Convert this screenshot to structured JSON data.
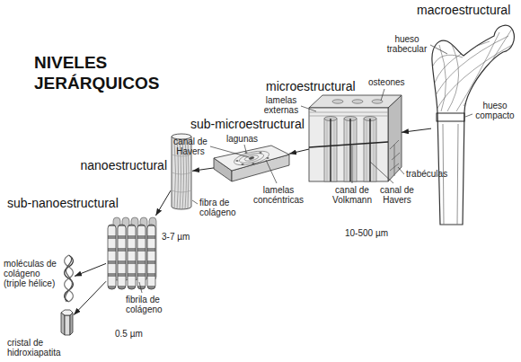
{
  "diagram": {
    "title": "NIVELES JERÁRQUICOS",
    "nodes": [
      {
        "text": [
          "macroestructural"
        ]
      },
      {
        "text": [
          "microestructural"
        ]
      },
      {
        "text": [
          "sub-microestructural"
        ]
      },
      {
        "text": [
          "nanoestructural"
        ]
      },
      {
        "text": [
          "sub-nanoestructural"
        ]
      },
      {
        "text": [
          "moléculas de colágeno (triple hélice)"
        ]
      },
      {
        "text": [
          "cristal de hidroxiapatita"
        ]
      }
    ],
    "edges": [
      {
        "from": 0,
        "to": 1,
        "arrow": "to"
      },
      {
        "from": 1,
        "to": 2,
        "arrow": "to"
      },
      {
        "from": 2,
        "to": 3,
        "arrow": "to"
      },
      {
        "from": 3,
        "to": 4,
        "arrow": "to"
      },
      {
        "from": 4,
        "to": 5,
        "arrow": "to"
      },
      {
        "from": 4,
        "to": 6,
        "arrow": "to"
      }
    ],
    "labels": [
      "hueso trabecular",
      "hueso compacto",
      "lamelas externas",
      "osteones",
      "trabéculas",
      "canal de Volkmann",
      "canal de Havers",
      "canal de Havers",
      "lagunas",
      "lamelas concéntricas",
      "fibra de colágeno",
      "fibrila de colágeno",
      "10-500 µm",
      "3-7 µm",
      "0.5 µm"
    ]
  }
}
